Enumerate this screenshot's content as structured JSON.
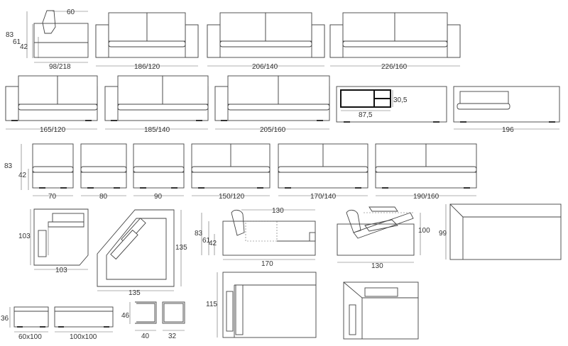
{
  "dimensions": {
    "row1": {
      "profile_height_total": "83",
      "profile_height_back": "61",
      "profile_height_seat": "42",
      "profile_depth": "60",
      "width_a": "98/218",
      "width_b": "186/120",
      "width_c": "206/140",
      "width_d": "226/160"
    },
    "row2": {
      "width_a": "165/120",
      "width_b": "185/140",
      "width_c": "205/160",
      "storage_w": "87,5",
      "storage_h": "30,5",
      "width_e": "196"
    },
    "row3": {
      "height_total": "83",
      "height_seat": "42",
      "width_a": "70",
      "width_b": "80",
      "width_c": "90",
      "width_d": "150/120",
      "width_e": "170/140",
      "width_f": "190/160"
    },
    "row4": {
      "corner_depth": "103",
      "corner_width": "103",
      "angle_depth": "135",
      "angle_width": "135",
      "chaise_total": "83",
      "chaise_back": "61",
      "chaise_seat": "42",
      "chaise_depth": "130",
      "chaise_width": "170",
      "bed_height": "100",
      "bed_width": "130",
      "end_depth": "99"
    },
    "row5": {
      "pouf_height": "36",
      "pouf_a": "60x100",
      "pouf_b": "100x100",
      "table_height": "46",
      "table_a": "40",
      "table_b": "32",
      "chaise_plan_depth": "115"
    }
  }
}
